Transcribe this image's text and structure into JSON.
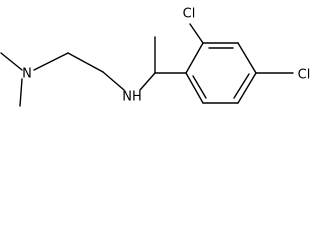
{
  "structure": {
    "atom_labels": {
      "nitrogen_dimethyl": "N",
      "amine_nh": "NH",
      "chlorine_ortho": "Cl",
      "chlorine_para": "Cl"
    }
  }
}
